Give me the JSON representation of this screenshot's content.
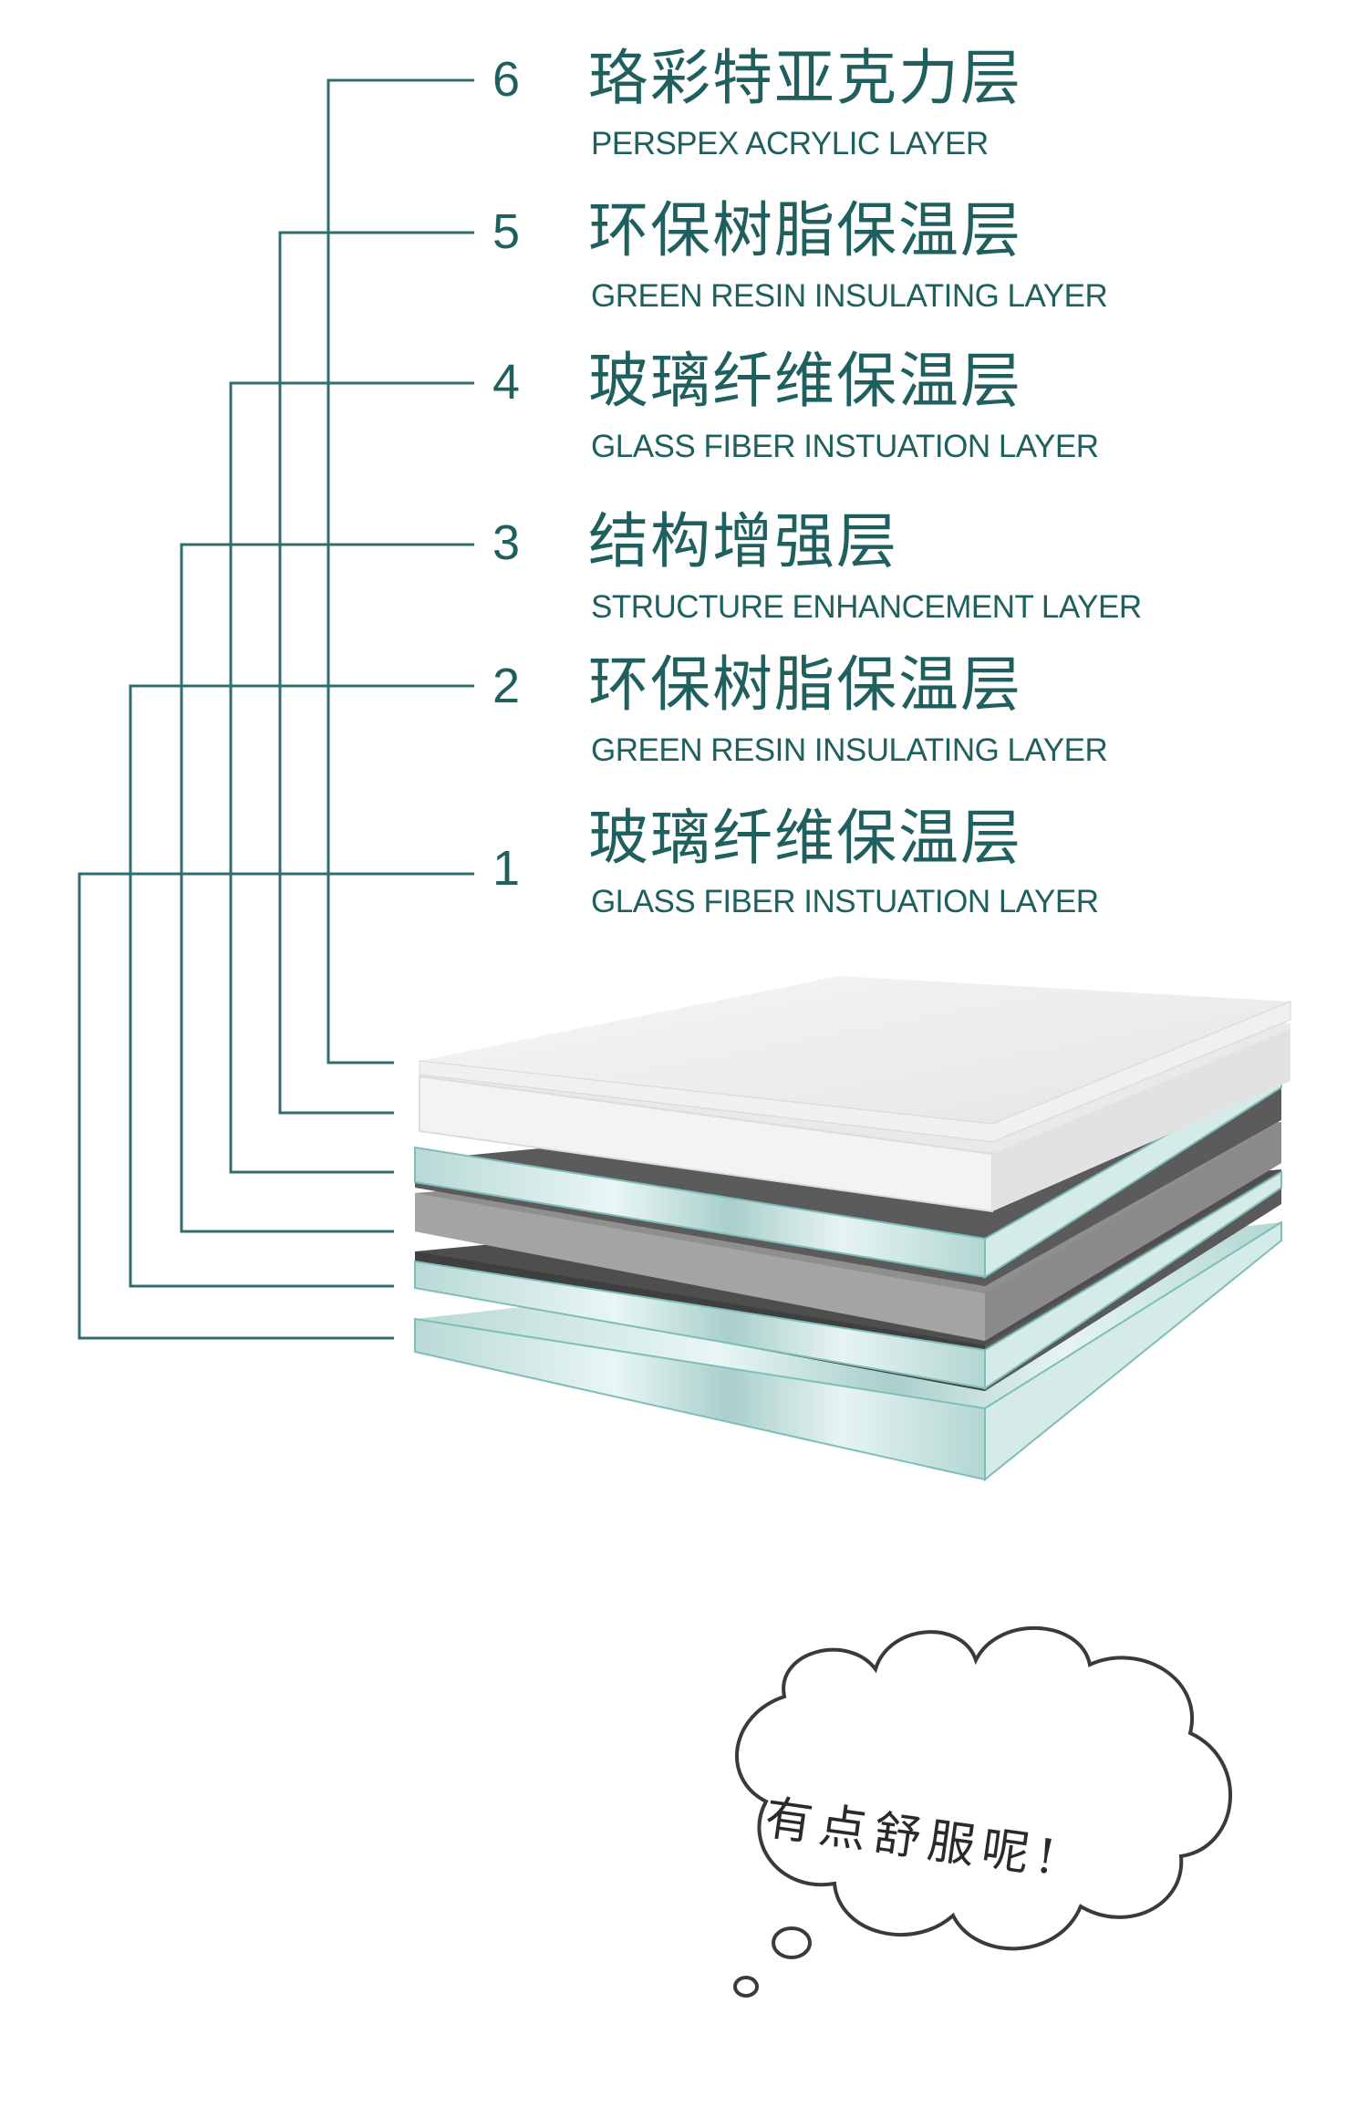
{
  "layers": [
    {
      "number": "6",
      "name_cn": "珞彩特亚克力层",
      "name_en": "PERSPEX ACRYLIC LAYER"
    },
    {
      "number": "5",
      "name_cn": "环保树脂保温层",
      "name_en": "GREEN RESIN INSULATING LAYER"
    },
    {
      "number": "4",
      "name_cn": "玻璃纤维保温层",
      "name_en": "GLASS FIBER INSTUATION LAYER"
    },
    {
      "number": "3",
      "name_cn": "结构增强层",
      "name_en": "STRUCTURE ENHANCEMENT LAYER"
    },
    {
      "number": "2",
      "name_cn": "环保树脂保温层",
      "name_en": "GREEN RESIN INSULATING LAYER"
    },
    {
      "number": "1",
      "name_cn": "玻璃纤维保温层",
      "name_en": "GLASS FIBER INSTUATION LAYER"
    }
  ],
  "cloud": {
    "text": "有点舒服呢!"
  },
  "colors": {
    "accent": "#1f5f5e",
    "connector": "#2f6e6c"
  }
}
